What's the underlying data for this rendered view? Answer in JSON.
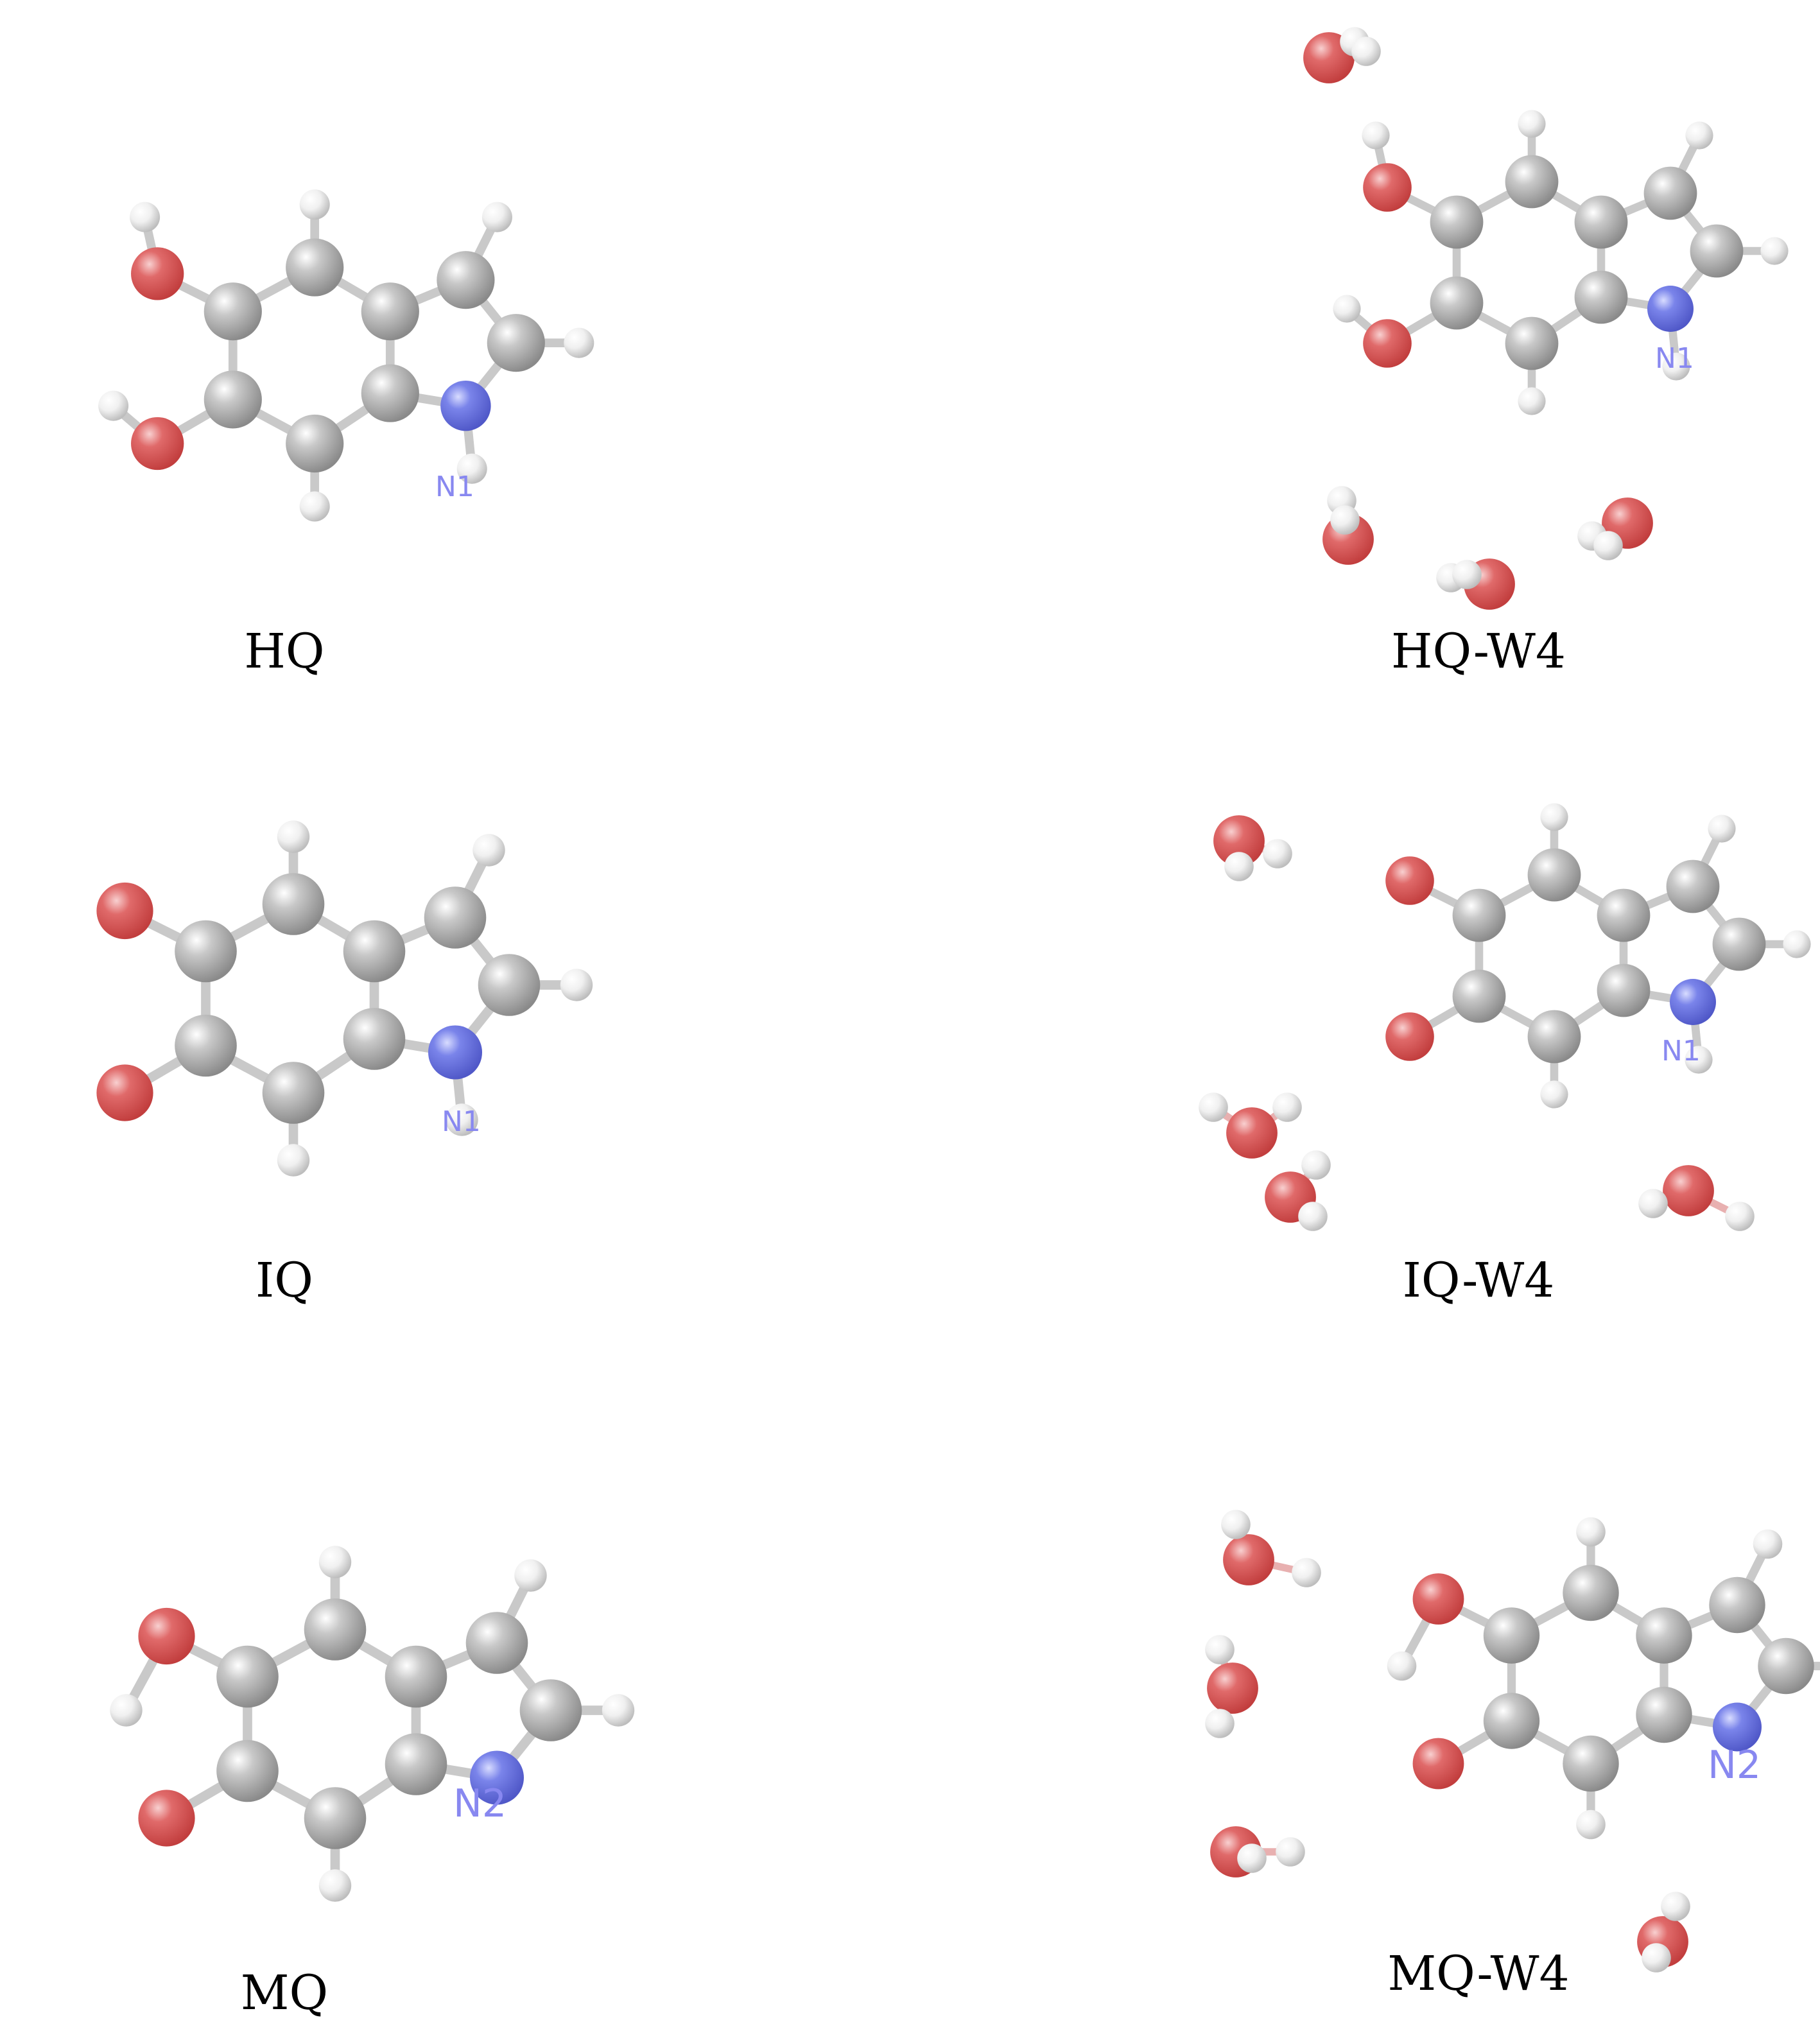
{
  "panels": [
    {
      "caption": "HQ",
      "label": "N1",
      "label_style": "small",
      "waters": 0
    },
    {
      "caption": "HQ-W4",
      "label": "N1",
      "label_style": "small",
      "waters": 4
    },
    {
      "caption": "IQ",
      "label": "N1",
      "label_style": "small",
      "waters": 0
    },
    {
      "caption": "IQ-W4",
      "label": "N1",
      "label_style": "small",
      "waters": 4
    },
    {
      "caption": "MQ",
      "label": "N2",
      "label_style": "big",
      "waters": 0
    },
    {
      "caption": "MQ-W4",
      "label": "N2",
      "label_style": "big",
      "waters": 4
    }
  ],
  "colors": {
    "carbon": "#b4b4b4",
    "hydrogen": "#eeeeee",
    "oxygen": "#e06a6a",
    "nitrogen": "#6e78e6",
    "label": "#8888f0",
    "text": "#000000"
  },
  "atom_types": [
    "carbon",
    "hydrogen",
    "oxygen",
    "nitrogen"
  ]
}
